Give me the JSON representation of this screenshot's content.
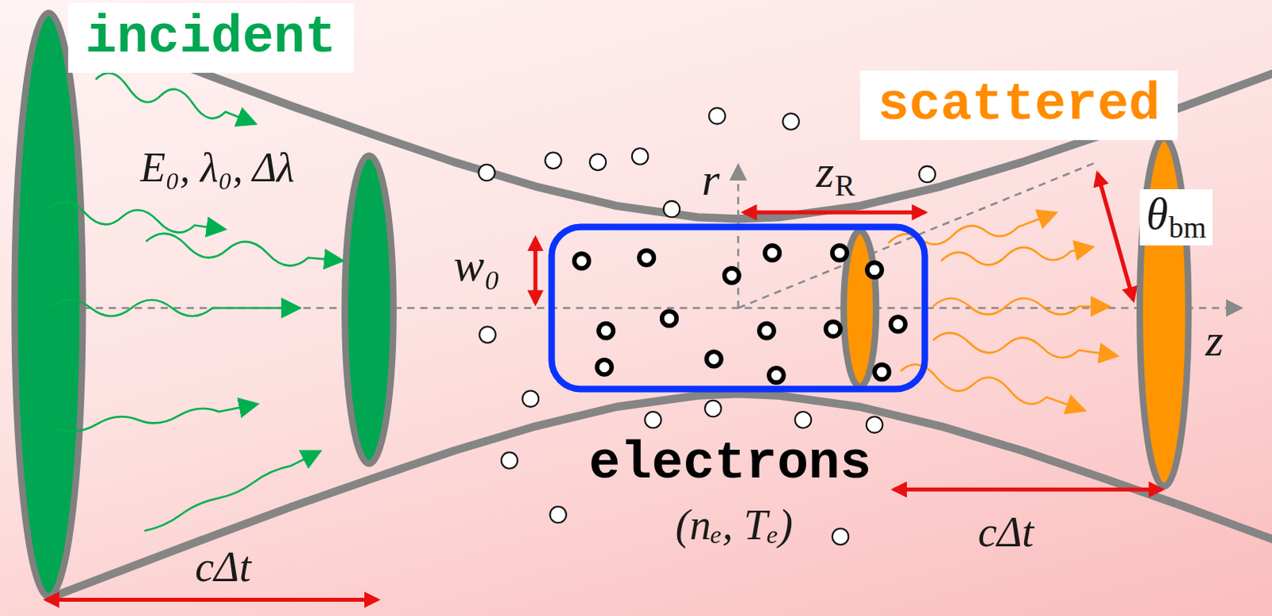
{
  "diagram": {
    "nodes": [
      {
        "text": [
          "incident"
        ]
      },
      {
        "text": [
          "scattered"
        ]
      }
    ],
    "labels": [
      "E₀, λ₀, Δλ",
      "r",
      "z",
      "R",
      "w₀",
      "θ",
      "bm",
      "z",
      "electrons",
      "(nₑ, Tₑ)",
      "cΔt",
      "cΔt"
    ]
  }
}
